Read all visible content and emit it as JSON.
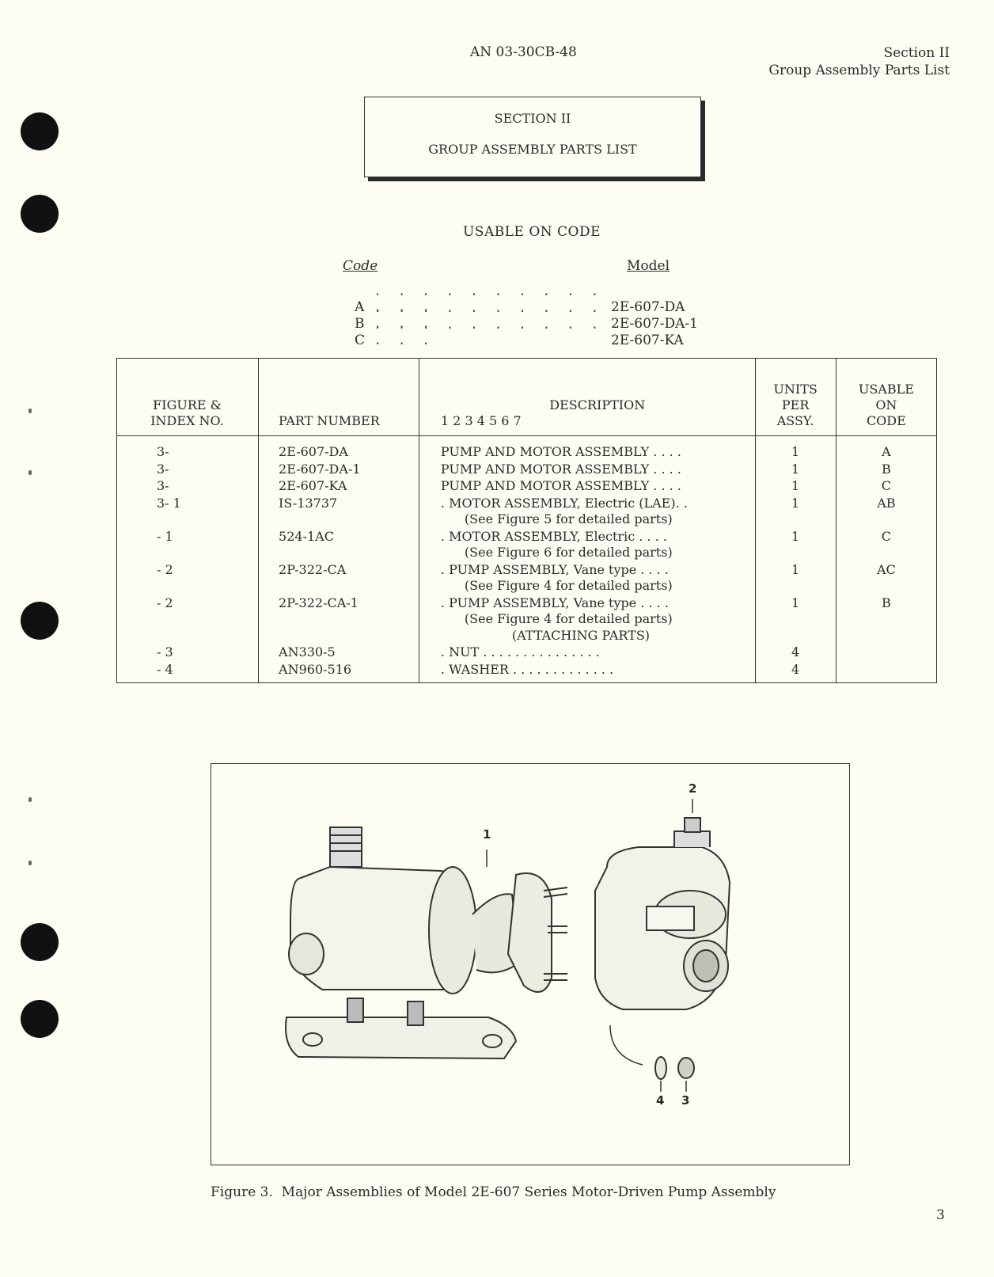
{
  "header": {
    "doc_number": "AN 03-30CB-48",
    "section": "Section II",
    "section_title": "Group Assembly Parts List"
  },
  "section_box": {
    "line1": "SECTION II",
    "line2": "GROUP ASSEMBLY PARTS LIST"
  },
  "usable_on_code": {
    "title": "USABLE ON CODE",
    "code_header": "Code",
    "model_header": "Model",
    "dots": ". . . . . . . . . . . . .",
    "rows": [
      {
        "code": "A",
        "model": "2E-607-DA"
      },
      {
        "code": "B",
        "model": "2E-607-DA-1"
      },
      {
        "code": "C",
        "model": "2E-607-KA"
      }
    ]
  },
  "parts_table": {
    "columns": {
      "figure_index": [
        "FIGURE &",
        "INDEX NO."
      ],
      "part_number": "PART NUMBER",
      "description": "DESCRIPTION",
      "description_levels": "1 2 3 4 5 6 7",
      "units_per_assy": [
        "UNITS",
        "PER",
        "ASSY."
      ],
      "usable_on_code": [
        "USABLE",
        "ON",
        "CODE"
      ]
    },
    "rows": [
      {
        "index": "3-",
        "part": "2E-607-DA",
        "desc": "PUMP AND MOTOR ASSEMBLY . . . .",
        "units": "1",
        "code": "A"
      },
      {
        "index": "3-",
        "part": "2E-607-DA-1",
        "desc": "PUMP AND MOTOR ASSEMBLY . . . .",
        "units": "1",
        "code": "B"
      },
      {
        "index": "3-",
        "part": "2E-607-KA",
        "desc": "PUMP AND MOTOR ASSEMBLY . . . .",
        "units": "1",
        "code": "C"
      },
      {
        "index": "3- 1",
        "part": "IS-13737",
        "desc": ". MOTOR ASSEMBLY, Electric (LAE). .",
        "note": "(See Figure 5 for detailed parts)",
        "units": "1",
        "code": "AB"
      },
      {
        "index": "- 1",
        "part": "524-1AC",
        "desc": ". MOTOR ASSEMBLY, Electric . . . .",
        "note": "(See Figure 6 for detailed parts)",
        "units": "1",
        "code": "C"
      },
      {
        "index": "- 2",
        "part": "2P-322-CA",
        "desc": ". PUMP ASSEMBLY, Vane type . . . .",
        "note": "(See Figure 4 for detailed parts)",
        "units": "1",
        "code": "AC"
      },
      {
        "index": "- 2",
        "part": "2P-322-CA-1",
        "desc": ". PUMP ASSEMBLY, Vane type . . . .",
        "note": "(See Figure 4 for detailed parts)",
        "attaching": "(ATTACHING PARTS)",
        "units": "1",
        "code": "B"
      },
      {
        "index": "- 3",
        "part": "AN330-5",
        "desc": ". NUT . . . . . . . . . . . . . . .",
        "units": "4",
        "code": ""
      },
      {
        "index": "- 4",
        "part": "AN960-516",
        "desc": ". WASHER . . . . . . . . . . . . .",
        "units": "4",
        "code": ""
      }
    ]
  },
  "figure": {
    "callouts": [
      "1",
      "2",
      "3",
      "4"
    ],
    "caption": "Figure 3.  Major Assemblies of Model 2E-607 Series Motor-Driven Pump Assembly"
  },
  "page_number": "3"
}
